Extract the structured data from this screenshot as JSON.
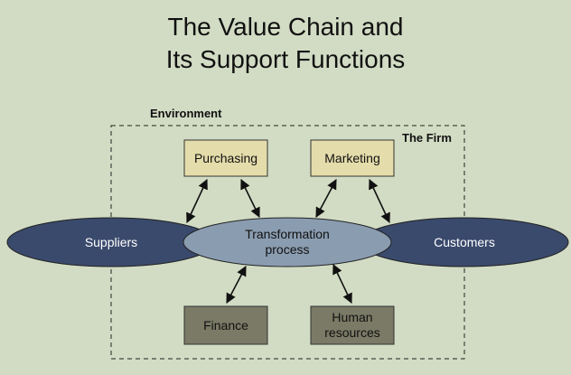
{
  "title": {
    "line1": "The Value Chain and",
    "line2": "Its Support Functions"
  },
  "diagram": {
    "environment_label": "Environment",
    "firm_label": "The Firm",
    "nodes": {
      "suppliers": "Suppliers",
      "customers": "Customers",
      "transformation_line1": "Transformation",
      "transformation_line2": "process",
      "purchasing": "Purchasing",
      "marketing": "Marketing",
      "finance": "Finance",
      "hr_line1": "Human",
      "hr_line2": "resources"
    },
    "colors": {
      "background": "#d2dcc4",
      "outer_ellipse": "#3a4a6c",
      "center_ellipse": "#8a9cb0",
      "top_box": "#e4dcaa",
      "bottom_box": "#7a7a66"
    }
  }
}
